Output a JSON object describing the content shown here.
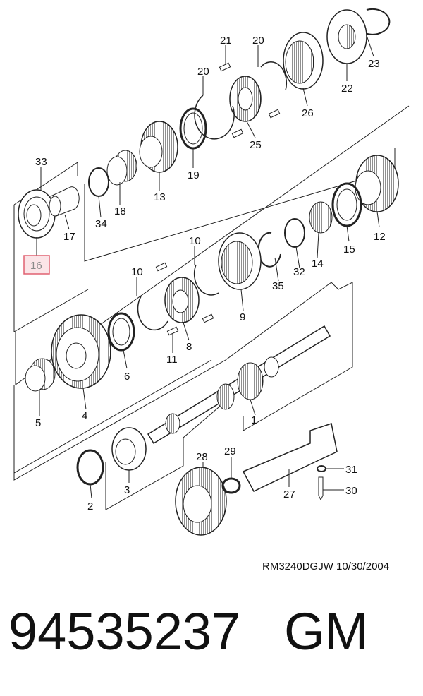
{
  "callouts": {
    "c1": "1",
    "c2": "2",
    "c3": "3",
    "c4": "4",
    "c5": "5",
    "c6": "6",
    "c8": "8",
    "c9": "9",
    "c10a": "10",
    "c10b": "10",
    "c11": "11",
    "c12": "12",
    "c13": "13",
    "c14": "14",
    "c15": "15",
    "c16": "16",
    "c17": "17",
    "c18": "18",
    "c19": "19",
    "c20a": "20",
    "c20b": "20",
    "c21": "21",
    "c22": "22",
    "c23": "23",
    "c25": "25",
    "c26": "26",
    "c27": "27",
    "c28": "28",
    "c29": "29",
    "c30": "30",
    "c31": "31",
    "c32": "32",
    "c33": "33",
    "c34": "34",
    "c35": "35"
  },
  "highlight": {
    "part": "16",
    "color": "#e06070",
    "fill": "#fbe4e7"
  },
  "caption": "RM3240DGJW  10/30/2004",
  "part_number": "94535237",
  "brand": "GM"
}
